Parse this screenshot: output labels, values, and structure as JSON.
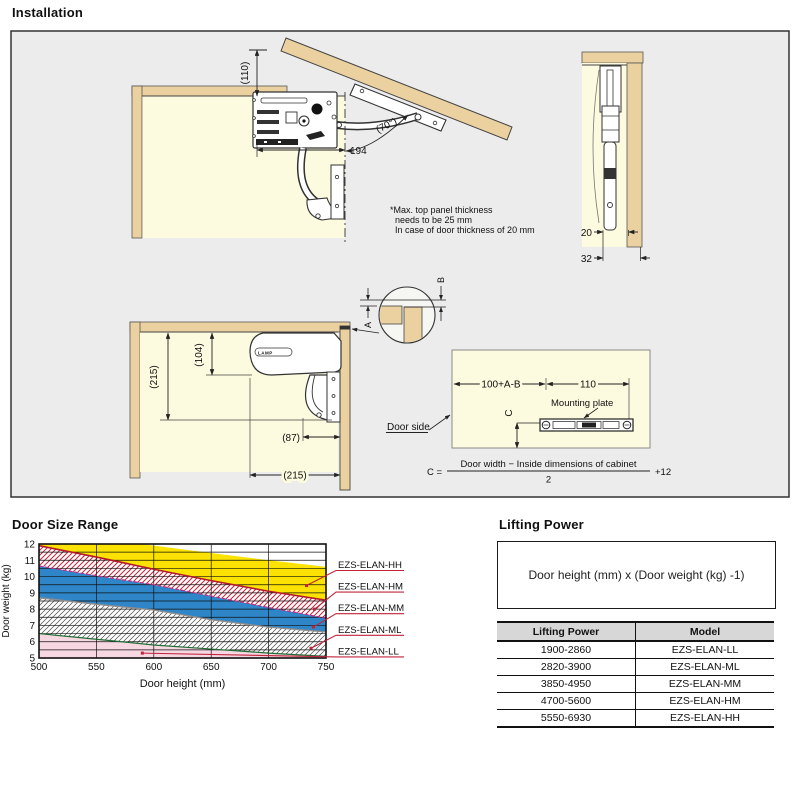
{
  "headings": {
    "installation": "Installation",
    "door_size_range": "Door Size Range",
    "lifting_power": "Lifting Power"
  },
  "installation": {
    "note": [
      "*Max. top panel thickness",
      "needs to be 25 mm",
      "In case of door thickness of 20 mm"
    ],
    "dims": {
      "h110": "(110)",
      "w194": "194",
      "angle70": "(70°)",
      "t20": "20",
      "t32": "32",
      "v215": "(215)",
      "v104": "(104)",
      "w87": "(87)",
      "h215": "(215)",
      "a": "A",
      "b": "B",
      "plate_left": "100+A-B",
      "plate_right": "110",
      "c": "C"
    },
    "labels": {
      "mounting_plate": "Mounting plate",
      "door_side": "Door side",
      "logo": "LAMP"
    },
    "formula": {
      "lhs": "C =",
      "numerator": "Door width  −  Inside dimensions of cabinet",
      "denominator": "2",
      "suffix": "+12"
    },
    "colors": {
      "panel": "#ecd1a0",
      "interior": "#fcfadf",
      "box_bg": "#ececec"
    }
  },
  "chart_data": {
    "type": "area",
    "title": "Door Size Range",
    "xlabel": "Door height (mm)",
    "ylabel": "Door weight (kg)",
    "xlim": [
      500,
      750
    ],
    "ylim": [
      5,
      12
    ],
    "x_ticks": [
      500,
      550,
      600,
      650,
      700,
      750
    ],
    "y_ticks": [
      12,
      11,
      10,
      9,
      8,
      7,
      6,
      5
    ],
    "grid_step_y": 0.5,
    "x": [
      500,
      550,
      600,
      650,
      700,
      750
    ],
    "boundaries": {
      "hh_top": [
        13.0,
        12.4,
        11.9,
        11.45,
        11.0,
        10.6
      ],
      "hh_hm": [
        11.9,
        11.2,
        10.45,
        9.75,
        9.1,
        8.55
      ],
      "hm_mm": [
        10.65,
        10.05,
        9.5,
        8.8,
        8.1,
        7.45
      ],
      "mm_ml": [
        8.7,
        8.3,
        7.95,
        7.35,
        6.9,
        6.6
      ],
      "ml_ll": [
        6.5,
        6.15,
        5.8,
        5.55,
        5.3,
        5.1
      ],
      "ll_bottom": [
        5,
        5,
        5,
        5,
        5,
        5
      ]
    },
    "series": [
      {
        "name": "EZS-ELAN-HH",
        "top": "hh_top",
        "bottom": "hh_hm",
        "style": "yellow",
        "marker": {
          "x": 733,
          "kg": 9.45
        }
      },
      {
        "name": "EZS-ELAN-HM",
        "top": "hh_hm",
        "bottom": "hm_mm",
        "style": "hatch_red",
        "marker": {
          "x": 740,
          "kg": 8.0
        }
      },
      {
        "name": "EZS-ELAN-MM",
        "top": "hm_mm",
        "bottom": "mm_ml",
        "style": "blue",
        "marker": {
          "x": 739,
          "kg": 6.9
        }
      },
      {
        "name": "EZS-ELAN-ML",
        "top": "mm_ml",
        "bottom": "ml_ll",
        "style": "hatch_gray",
        "marker": {
          "x": 737,
          "kg": 5.6
        }
      },
      {
        "name": "EZS-ELAN-LL",
        "top": "ml_ll",
        "bottom": "ll_bottom",
        "style": "pink",
        "marker": {
          "x": 590,
          "kg": 5.3
        }
      }
    ],
    "curves": [
      {
        "boundary": "hh_hm",
        "color": "#b51a28",
        "width": 1.6
      },
      {
        "boundary": "hm_mm",
        "color": "#c2308c",
        "width": 1.2,
        "dash": "4,2"
      },
      {
        "boundary": "mm_ml",
        "color": "#8d8d8d",
        "width": 1.4
      },
      {
        "boundary": "ml_ll",
        "color": "#1f6b33",
        "width": 1.2
      }
    ],
    "colors": {
      "yellow": "#fbe200",
      "blue": "#2e86c8",
      "pink": "#f6d7e2",
      "hatch_red": "#c0243c",
      "hatch_gray": "#4a4a4a",
      "leader": "#c0243c"
    },
    "legend_position": "right"
  },
  "lifting": {
    "formula": "Door height (mm) x (Door weight (kg) -1)",
    "table": {
      "headers": [
        "Lifting Power",
        "Model"
      ],
      "rows": [
        [
          "1900-2860",
          "EZS-ELAN-LL"
        ],
        [
          "2820-3900",
          "EZS-ELAN-ML"
        ],
        [
          "3850-4950",
          "EZS-ELAN-MM"
        ],
        [
          "4700-5600",
          "EZS-ELAN-HM"
        ],
        [
          "5550-6930",
          "EZS-ELAN-HH"
        ]
      ]
    }
  }
}
